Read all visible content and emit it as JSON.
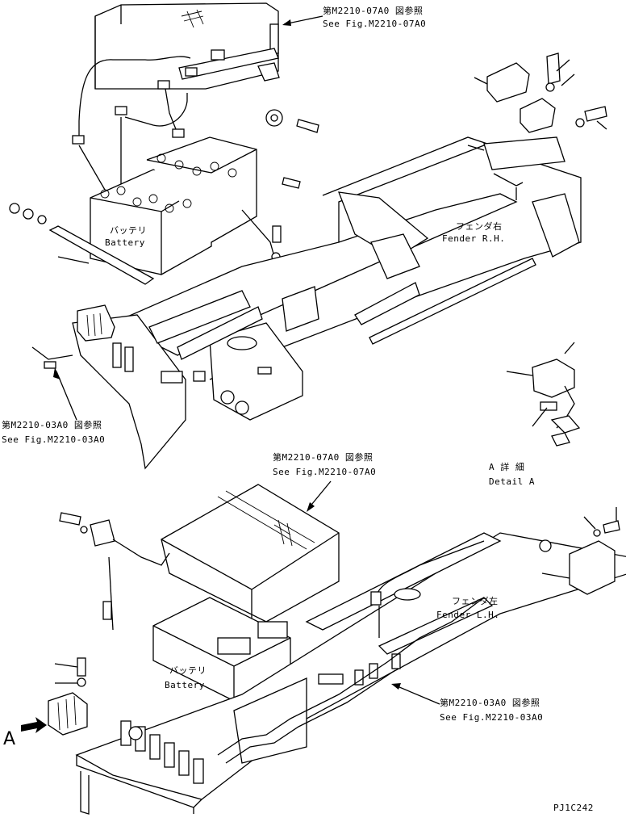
{
  "labels": {
    "ref_top_jp": "第M2210-07A0 図参照",
    "ref_top_en": "See Fig.M2210-07A0",
    "ref_left_jp": "第M2210-03A0 図参照",
    "ref_left_en": "See Fig.M2210-03A0",
    "ref_mid_jp": "第M2210-07A0 図参照",
    "ref_mid_en": "See Fig.M2210-07A0",
    "ref_bottom_jp": "第M2210-03A0 図参照",
    "ref_bottom_en": "See Fig.M2210-03A0",
    "fender_rh_jp": "フェンダ右",
    "fender_rh_en": "Fender R.H.",
    "fender_lh_jp": "フェンダ左",
    "fender_lh_en": "Fender L.H.",
    "battery_top_jp": "バッテリ",
    "battery_top_en": "Battery",
    "battery_bottom_jp": "バッテリ",
    "battery_bottom_en": "Battery",
    "detail_jp": "A 詳 細",
    "detail_en": "Detail A",
    "view_a": "A",
    "drawing_no": "PJ1C242"
  }
}
